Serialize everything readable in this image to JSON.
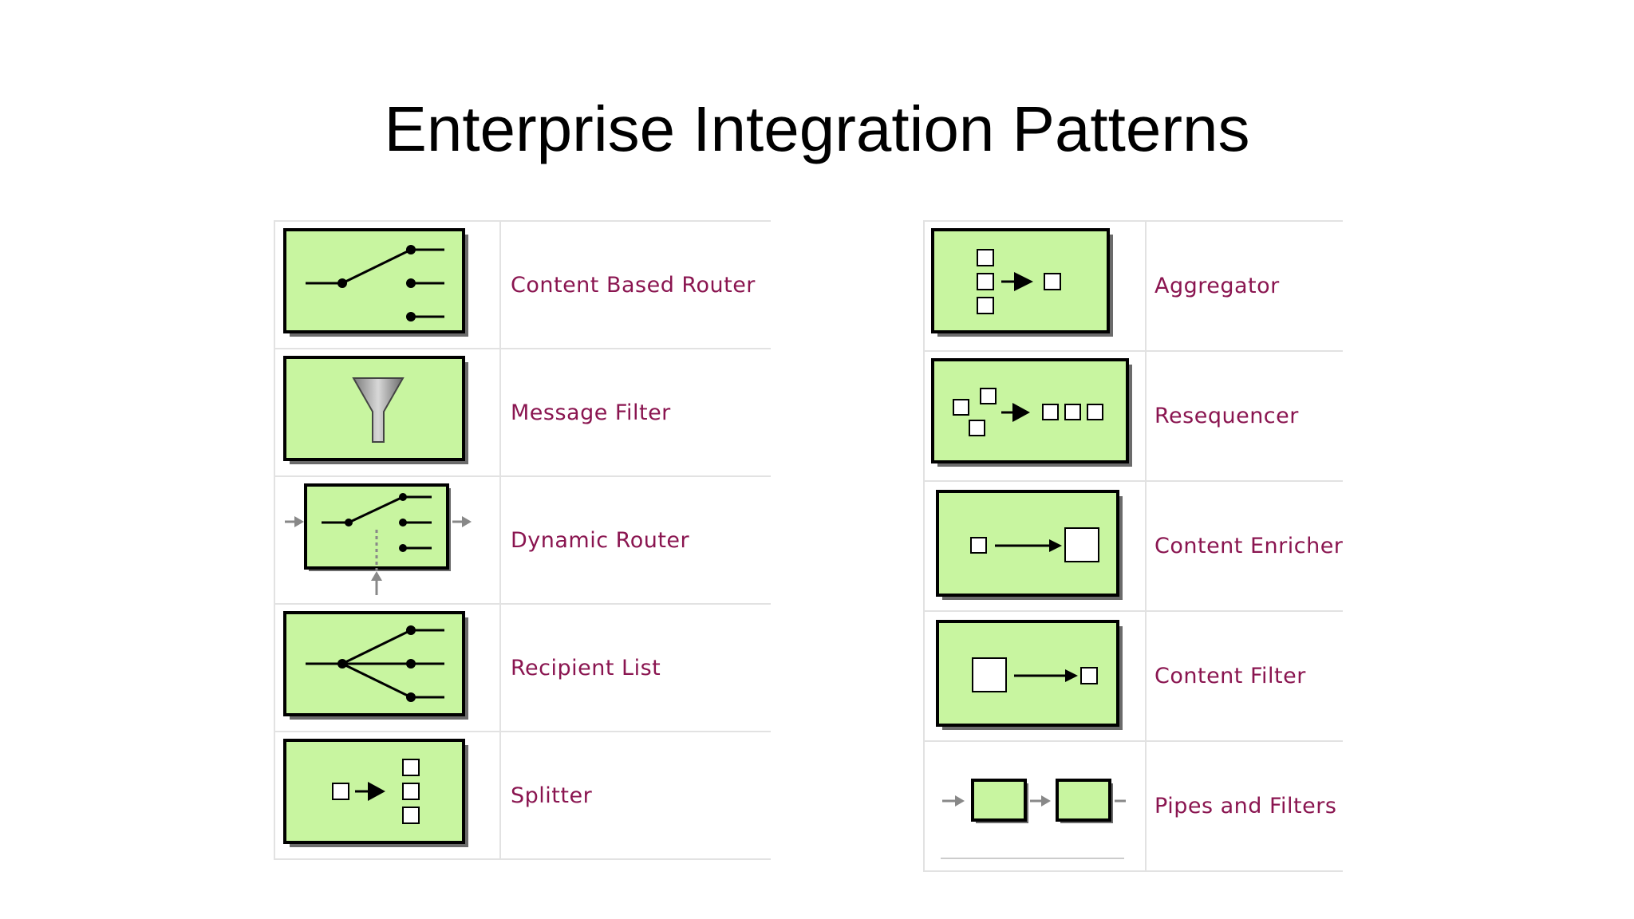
{
  "slide": {
    "title": "Enterprise Integration Patterns"
  },
  "colors": {
    "icon_fill": "#c8f5a0",
    "icon_border": "#000000",
    "label_text": "#8a1550",
    "grid_line": "#e2e2e2",
    "connector_gray": "#888888"
  },
  "left_patterns": [
    {
      "label": "Content Based Router",
      "icon": "content-based-router-icon"
    },
    {
      "label": "Message Filter",
      "icon": "message-filter-icon"
    },
    {
      "label": "Dynamic Router",
      "icon": "dynamic-router-icon"
    },
    {
      "label": "Recipient List",
      "icon": "recipient-list-icon"
    },
    {
      "label": "Splitter",
      "icon": "splitter-icon"
    }
  ],
  "right_patterns": [
    {
      "label": "Aggregator",
      "icon": "aggregator-icon"
    },
    {
      "label": "Resequencer",
      "icon": "resequencer-icon"
    },
    {
      "label": "Content Enricher",
      "icon": "content-enricher-icon"
    },
    {
      "label": "Content Filter",
      "icon": "content-filter-icon"
    },
    {
      "label": "Pipes and Filters",
      "icon": "pipes-and-filters-icon"
    }
  ]
}
